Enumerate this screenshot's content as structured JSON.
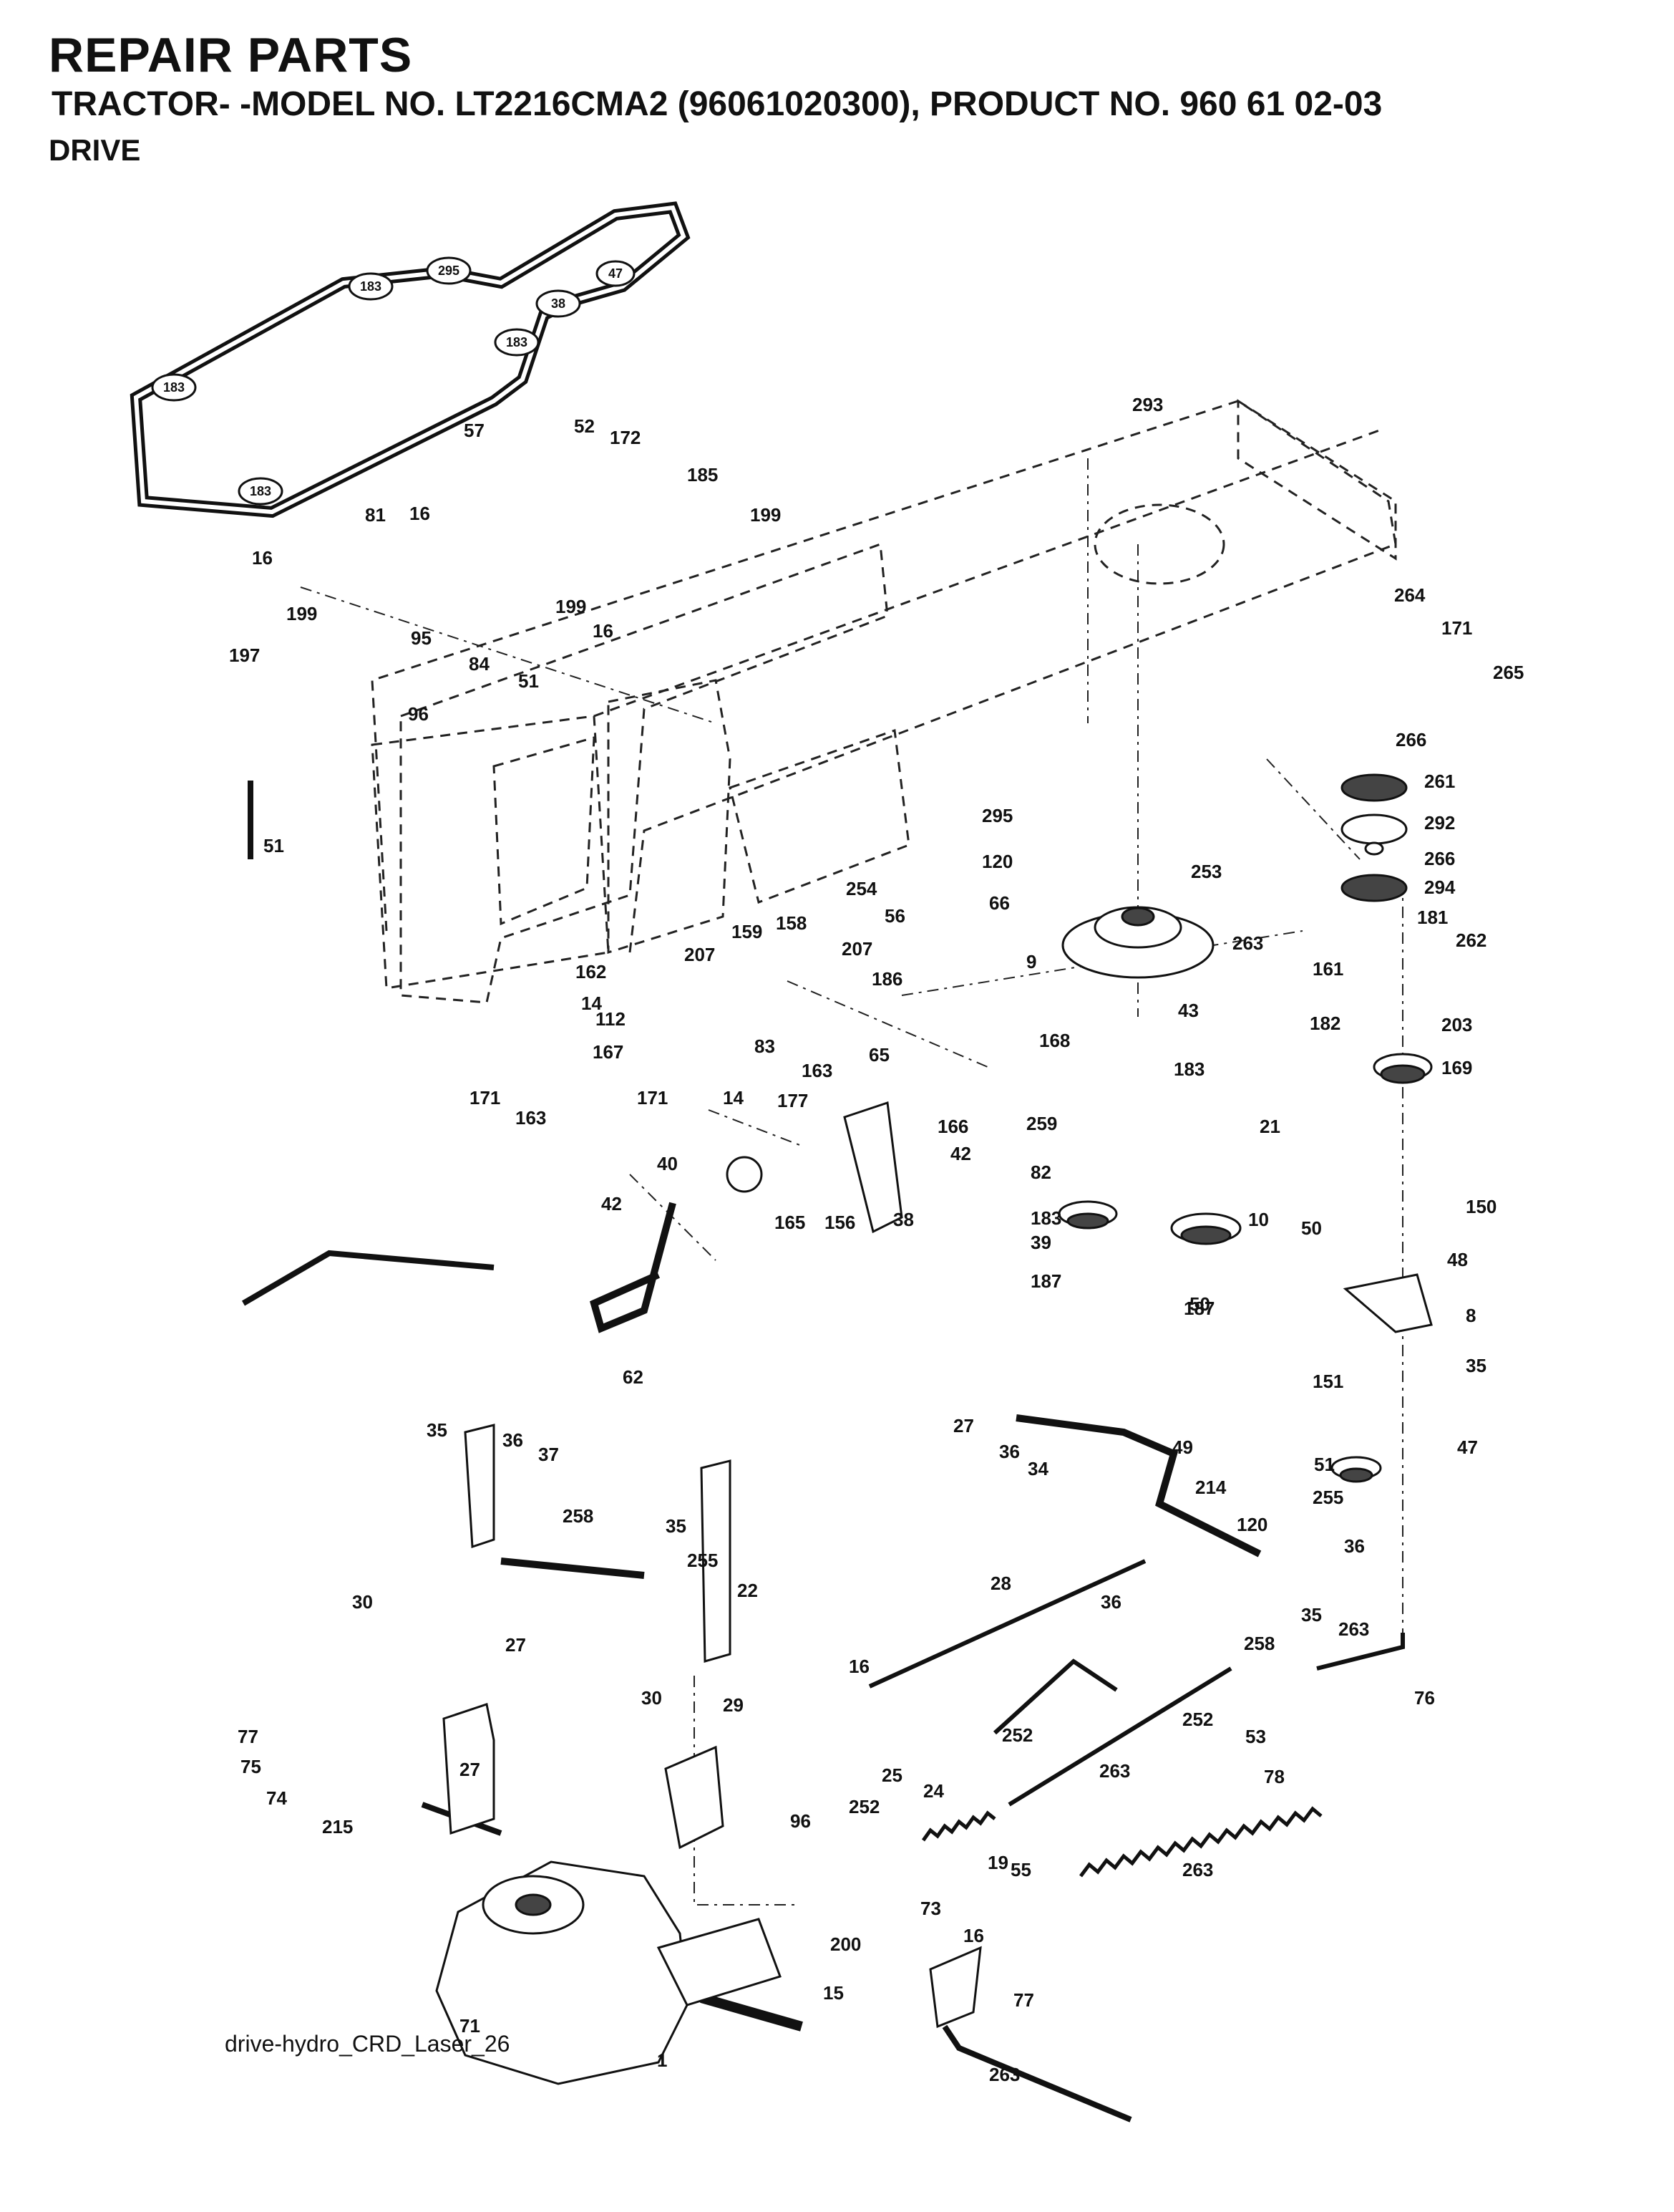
{
  "header": {
    "title": "REPAIR PARTS",
    "subtitle": "TRACTOR- -MODEL NO. LT2216CMA2 (96061020300), PRODUCT NO. 960 61 02-03",
    "section": "DRIVE"
  },
  "footer": {
    "drawing_id": "drive-hydro_CRD_Laser_26"
  },
  "belt_labels": [
    "183",
    "295",
    "47",
    "38",
    "183",
    "183",
    "183"
  ],
  "callouts": [
    "57",
    "52",
    "172",
    "185",
    "199",
    "16",
    "81",
    "16",
    "199",
    "199",
    "84",
    "95",
    "197",
    "51",
    "16",
    "96",
    "51",
    "293",
    "264",
    "171",
    "265",
    "266",
    "261",
    "292",
    "266",
    "294",
    "181",
    "262",
    "295",
    "120",
    "66",
    "253",
    "254",
    "56",
    "9",
    "263",
    "161",
    "159",
    "158",
    "207",
    "207",
    "162",
    "186",
    "14",
    "112",
    "83",
    "65",
    "43",
    "182",
    "203",
    "183",
    "169",
    "171",
    "163",
    "167",
    "171",
    "14",
    "163",
    "177",
    "168",
    "166",
    "42",
    "259",
    "21",
    "40",
    "82",
    "165",
    "156",
    "38",
    "183",
    "10",
    "42",
    "39",
    "187",
    "187",
    "50",
    "50",
    "150",
    "48",
    "8",
    "62",
    "27",
    "151",
    "35",
    "36",
    "34",
    "49",
    "51",
    "47",
    "255",
    "35",
    "36",
    "37",
    "214",
    "258",
    "120",
    "36",
    "35",
    "255",
    "22",
    "28",
    "36",
    "35",
    "263",
    "30",
    "27",
    "258",
    "16",
    "30",
    "29",
    "252",
    "252",
    "53",
    "76",
    "77",
    "27",
    "78",
    "75",
    "74",
    "215",
    "263",
    "96",
    "252",
    "25",
    "24",
    "19",
    "55",
    "263",
    "73",
    "16",
    "200",
    "77",
    "15",
    "1",
    "71",
    "263"
  ]
}
